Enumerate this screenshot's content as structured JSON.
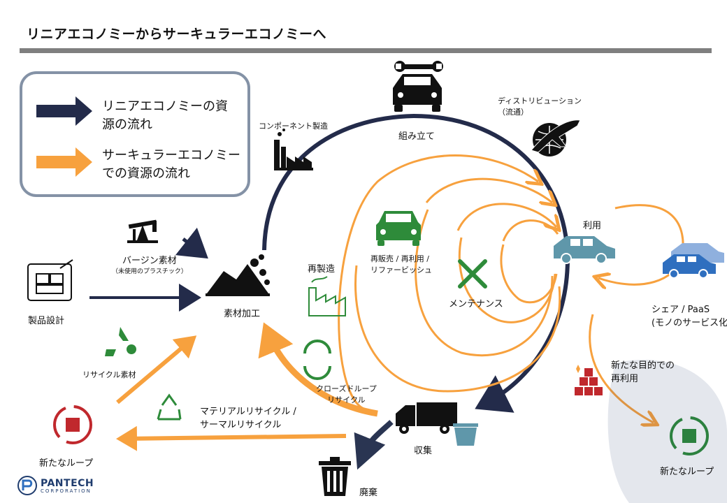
{
  "title": "リニアエコノミーからサーキュラーエコノミーへ",
  "legend": {
    "linear_line1": "リニアエコノミーの資",
    "linear_line2": "源の流れ",
    "circular_line1": "サーキュラーエコノミー",
    "circular_line2": "での資源の流れ"
  },
  "nodes": {
    "component": "コンポーネント製造",
    "assembly": "組み立て",
    "distribution_line1": "ディストリビューション",
    "distribution_line2": "（流通）",
    "use": "利用",
    "share_line1": "シェア / PaaS",
    "share_line2": "(モノのサービス化)",
    "resale_line1": "再販売 / 再利用 /",
    "resale_line2": "リファービッシュ",
    "maintenance": "メンテナンス",
    "remanufacture": "再製造",
    "virgin": "バージン素材",
    "virgin_sub": "（未使用のプラスチック）",
    "material_processing": "素材加工",
    "product_design": "製品設計",
    "recycled_material": "リサイクル素材",
    "closed_loop_line1": "クローズドループ",
    "closed_loop_line2": "リサイクル",
    "material_recycle_line1": "マテリアルリサイクル /",
    "material_recycle_line2": "サーマルリサイクル",
    "new_loop_left": "新たなループ",
    "collection": "収集",
    "disposal": "廃棄",
    "repurpose_line1": "新たな目的での",
    "repurpose_line2": "再利用",
    "new_loop_right": "新たなループ"
  },
  "logo": {
    "name": "PANTECH",
    "sub": "CORPORATION"
  },
  "colors": {
    "linear": "#232b4a",
    "circular": "#f7a13e",
    "car_blue": "#2f6fbf",
    "car_teal": "#5f97aa",
    "green": "#2e8b3a",
    "red": "#c0282d",
    "black": "#111111",
    "legend_border": "#8492a6",
    "title_rule": "#7f7f7f"
  }
}
